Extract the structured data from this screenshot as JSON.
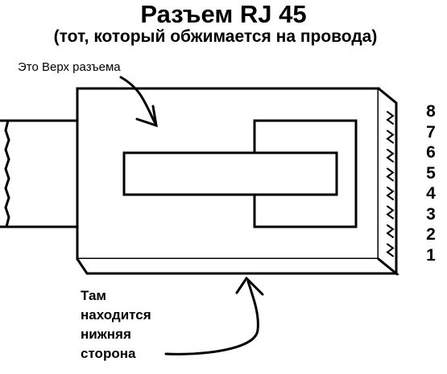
{
  "title": "Разъем RJ 45",
  "subtitle": "(тот, который обжимается на провода)",
  "top_label": "Это Верх разъема",
  "bottom_label": {
    "lines": [
      "Там",
      "находится",
      "нижняя",
      "сторона"
    ]
  },
  "pins": [
    "8",
    "7",
    "6",
    "5",
    "4",
    "3",
    "2",
    "1"
  ],
  "colors": {
    "stroke": "#000000",
    "background": "#ffffff"
  }
}
